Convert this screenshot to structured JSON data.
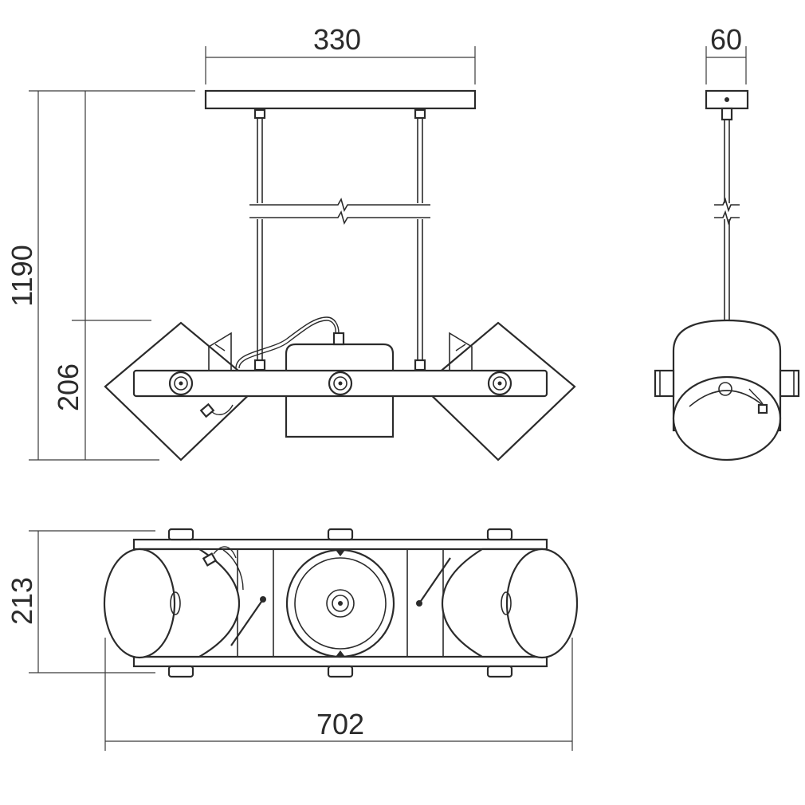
{
  "dimensions": {
    "top_width": "330",
    "side_width": "60",
    "total_height": "1190",
    "body_height": "206",
    "depth": "213",
    "total_width": "702"
  },
  "colors": {
    "line": "#2b2b2b",
    "background": "#ffffff"
  }
}
